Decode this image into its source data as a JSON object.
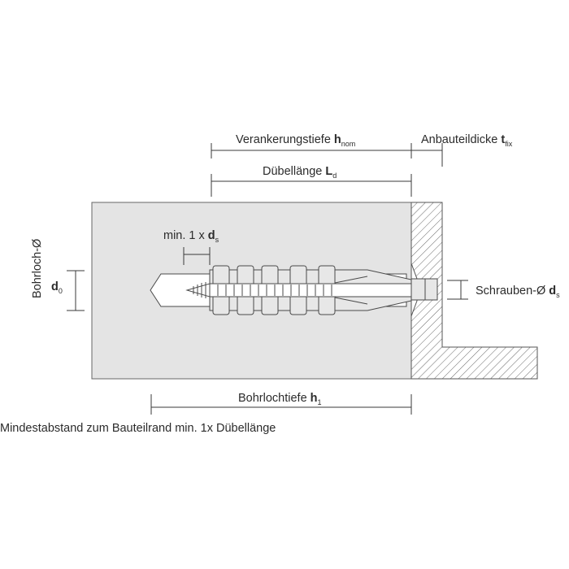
{
  "labels": {
    "verankerungstiefe": {
      "text": "Verankerungstiefe ",
      "sym": "h",
      "sub": "nom"
    },
    "anbauteildicke": {
      "text": "Anbauteildicke ",
      "sym": "t",
      "sub": "fix"
    },
    "duebellaenge": {
      "text": "Dübellänge ",
      "sym": "L",
      "sub": "d"
    },
    "min_ds": {
      "text": "min. 1 x ",
      "sym": "d",
      "sub": "s"
    },
    "bohrloch_d": {
      "text": "Bohrloch-Ø"
    },
    "d0": {
      "sym": "d",
      "sub": "0"
    },
    "schrauben_d": {
      "text": "Schrauben-Ø ",
      "sym": "d",
      "sub": "s"
    },
    "bohrlochtiefe": {
      "text": "Bohrlochtiefe ",
      "sym": "h",
      "sub": "1"
    },
    "footnote": "Mindestabstand zum Bauteilrand min. 1x Dübellänge"
  },
  "colors": {
    "substrate": "#e4e4e4",
    "dowel_fill": "#e7e7e7",
    "line": "#4a4a4a",
    "hatch": "#6a6a6a"
  }
}
